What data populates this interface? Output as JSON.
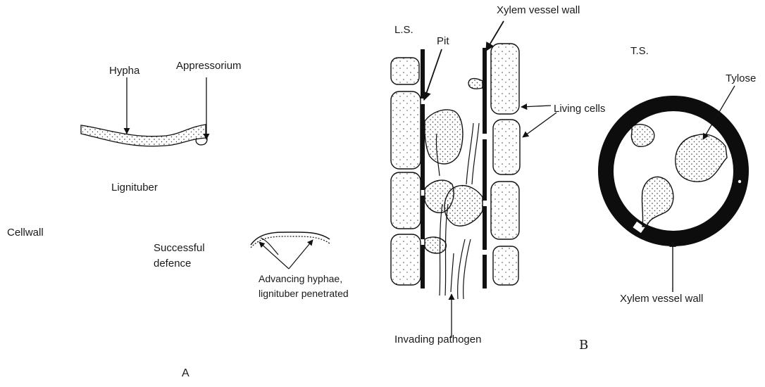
{
  "panel_a": {
    "hypha": "Hypha",
    "appressorium": "Appressorium",
    "lignituber": "Lignituber",
    "cell_wall": "Cellwall",
    "successful_defence_1": "Successful",
    "successful_defence_2": "defence",
    "advancing_1": "Advancing hyphae,",
    "advancing_2": "lignituber penetrated",
    "panel_letter": "A"
  },
  "panel_b": {
    "ls": "L.S.",
    "pit": "Pit",
    "xylem_top": "Xylem vessel wall",
    "living_cells": "Living cells",
    "ts": "T.S.",
    "tylose": "Tylose",
    "xylem_bottom": "Xylem vessel wall",
    "invading_pathogen": "Invading pathogen",
    "panel_letter": "B"
  }
}
